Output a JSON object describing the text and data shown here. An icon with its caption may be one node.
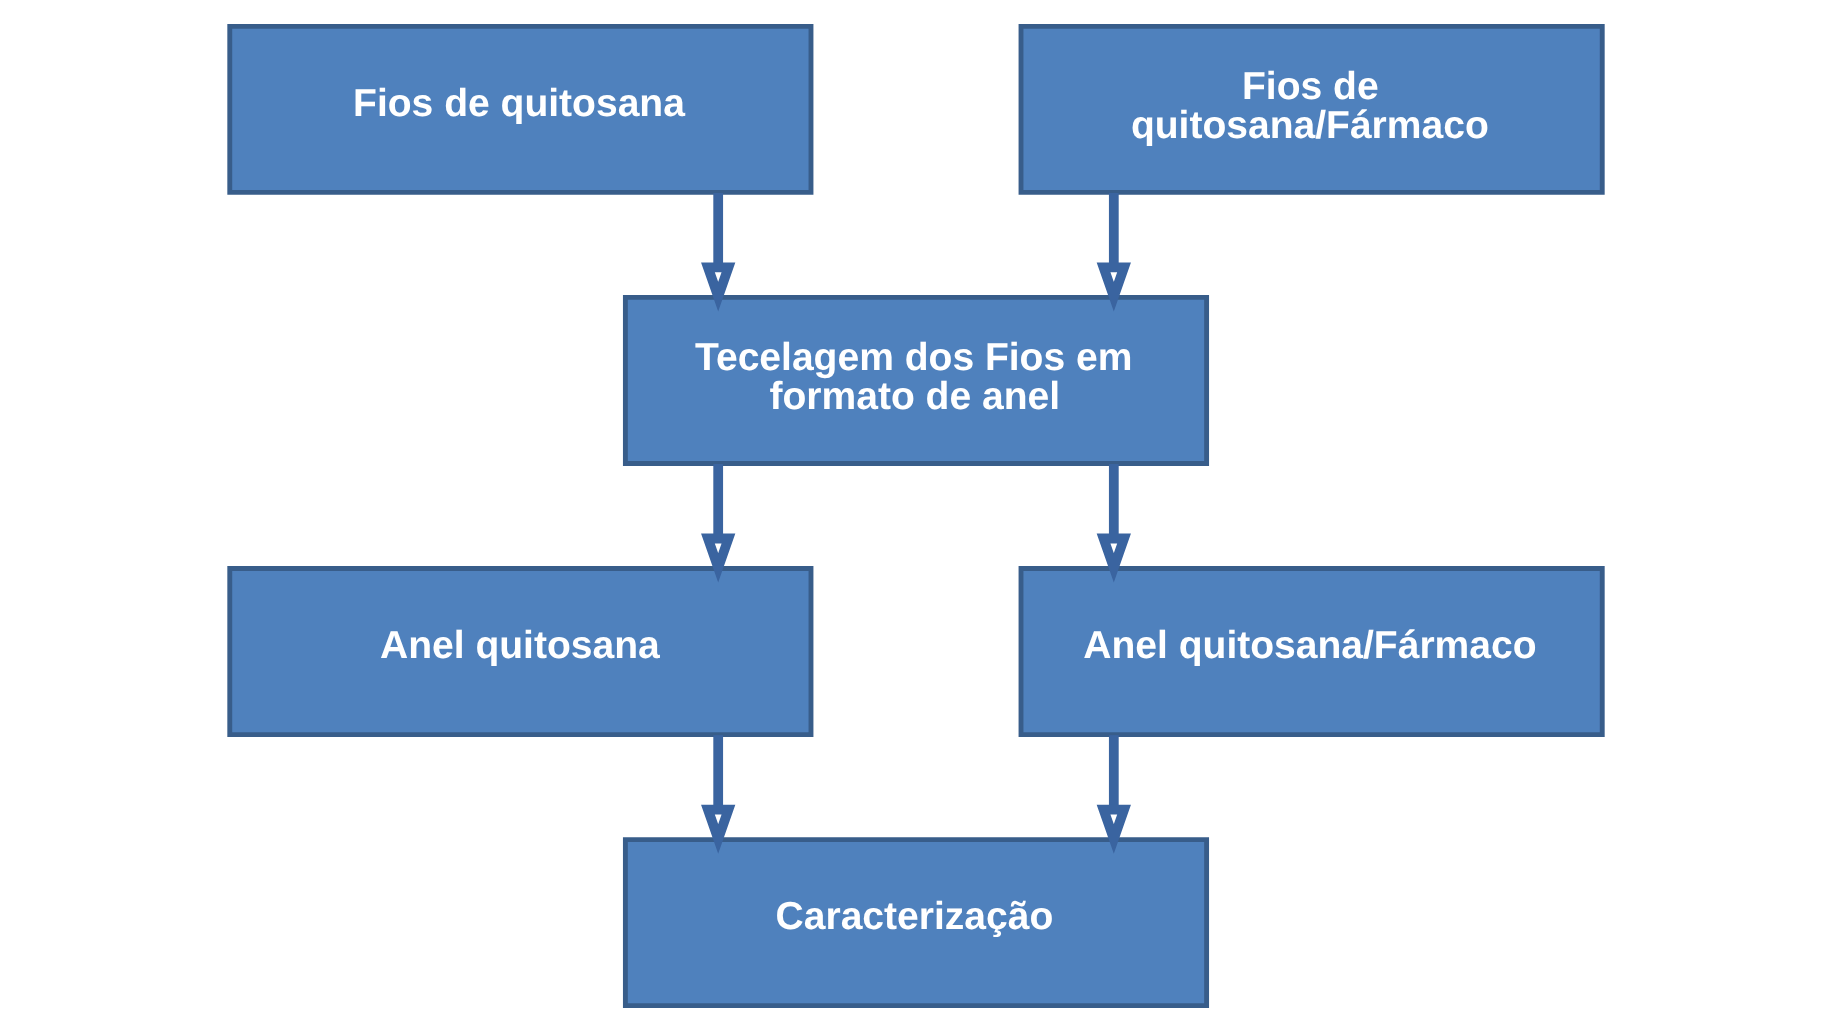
{
  "diagram": {
    "nodes": [
      {
        "text": [
          "Fios de quitosana"
        ]
      },
      {
        "text": [
          "Fios de quitosana/Fármaco"
        ]
      },
      {
        "text": [
          "Tecelagem dos Fios em formato de anel"
        ]
      },
      {
        "text": [
          "Anel quitosana"
        ]
      },
      {
        "text": [
          "Anel quitosana/Fármaco"
        ]
      },
      {
        "text": [
          "Caracterização"
        ]
      }
    ],
    "edges": [
      {
        "from": 0,
        "to": 2,
        "arrow": "to"
      },
      {
        "from": 1,
        "to": 2,
        "arrow": "to"
      },
      {
        "from": 2,
        "to": 3,
        "arrow": "to"
      },
      {
        "from": 2,
        "to": 4,
        "arrow": "to"
      },
      {
        "from": 3,
        "to": 5,
        "arrow": "to"
      },
      {
        "from": 4,
        "to": 5,
        "arrow": "to"
      }
    ]
  }
}
